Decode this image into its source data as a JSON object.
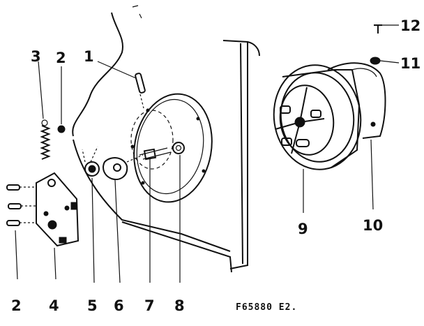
{
  "callouts": {
    "c1": "1",
    "c2a": "2",
    "c2b": "2",
    "c3": "3",
    "c4": "4",
    "c5": "5",
    "c6": "6",
    "c7": "7",
    "c8": "8",
    "c9": "9",
    "c10": "10",
    "c11": "11",
    "c12": "12"
  },
  "figure_code": "F65880 E2.",
  "colors": {
    "ink": "#111111",
    "paper": "#ffffff"
  }
}
